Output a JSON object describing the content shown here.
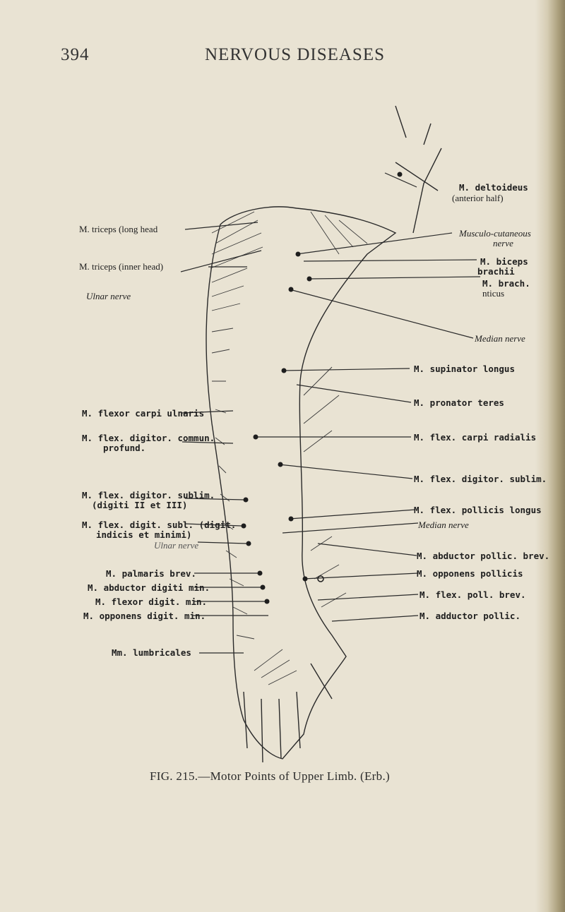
{
  "header": {
    "page_number": "394",
    "running_title": "NERVOUS DISEASES"
  },
  "figure": {
    "left_labels": {
      "triceps_long": "M. triceps (long head",
      "triceps_inner": "M. triceps (inner head)",
      "ulnar_nerve_upper": "Ulnar nerve",
      "flexor_carpi_ulnaris": "M. flexor carpi ulnaris",
      "flex_digitor_common_1": "M. flex. digitor. commun.",
      "flex_digitor_common_2": "profund.",
      "flex_sublim_1": "M. flex. digitor. sublim.",
      "flex_sublim_2": "(digiti II et III)",
      "flex_digit_subl_1": "M. flex. digit. subl. (digit.",
      "flex_digit_subl_2": "indicis et minimi)",
      "ulnar_nerve_lower": "Ulnar nerve",
      "palmaris_brev": "M. palmaris brev.",
      "abductor_digiti": "M. abductor digiti min.",
      "flexor_digit_min": "M. flexor digit. min.",
      "opponens_digit": "M. opponens digit. min.",
      "lumbricales": "Mm. lumbricales"
    },
    "right_labels": {
      "deltoid_1": "M. deltoideus",
      "deltoid_2": "(anterior half)",
      "musculo_1": "Musculo-cutaneous",
      "musculo_2": "nerve",
      "biceps_1": "M. biceps",
      "biceps_2": "brachii",
      "brach_1": "M. brach.",
      "brach_2": "nticus",
      "median_upper": "Median nerve",
      "supinator": "M. supinator longus",
      "pronator": "M. pronator teres",
      "flex_carpi_rad": "M. flex. carpi radialis",
      "flex_sublim_r": "M. flex. digitor. sublim.",
      "flex_pollicis_longus": "M. flex. pollicis longus",
      "median_lower": "Median nerve",
      "abductor_pollic": "M. abductor pollic. brev.",
      "opponens_pollicis": "M. opponens pollicis",
      "flex_poll_brev": "M. flex. poll. brev.",
      "adductor_pollic": "M. adductor pollic."
    }
  },
  "caption": "FIG. 215.—Motor Points of Upper Limb. (Erb.)"
}
